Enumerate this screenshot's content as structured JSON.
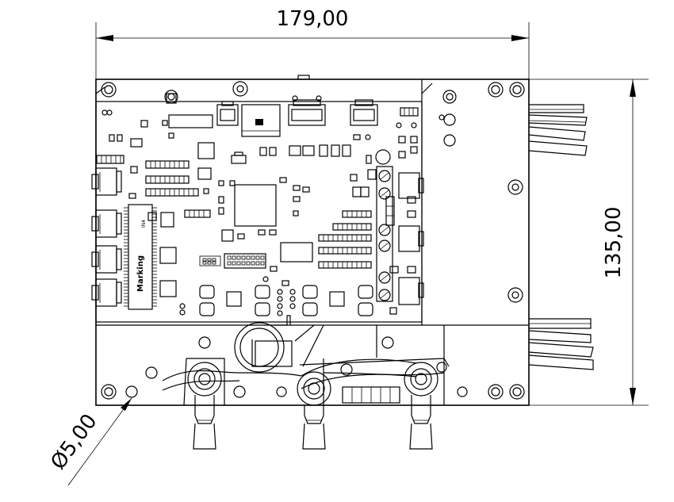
{
  "dimensions": {
    "width_label": "179,00",
    "height_label": "135,00",
    "hole_label": "Ø5,00"
  },
  "board": {
    "ic_marking": "Marking",
    "ic_small_label": "IN4"
  }
}
